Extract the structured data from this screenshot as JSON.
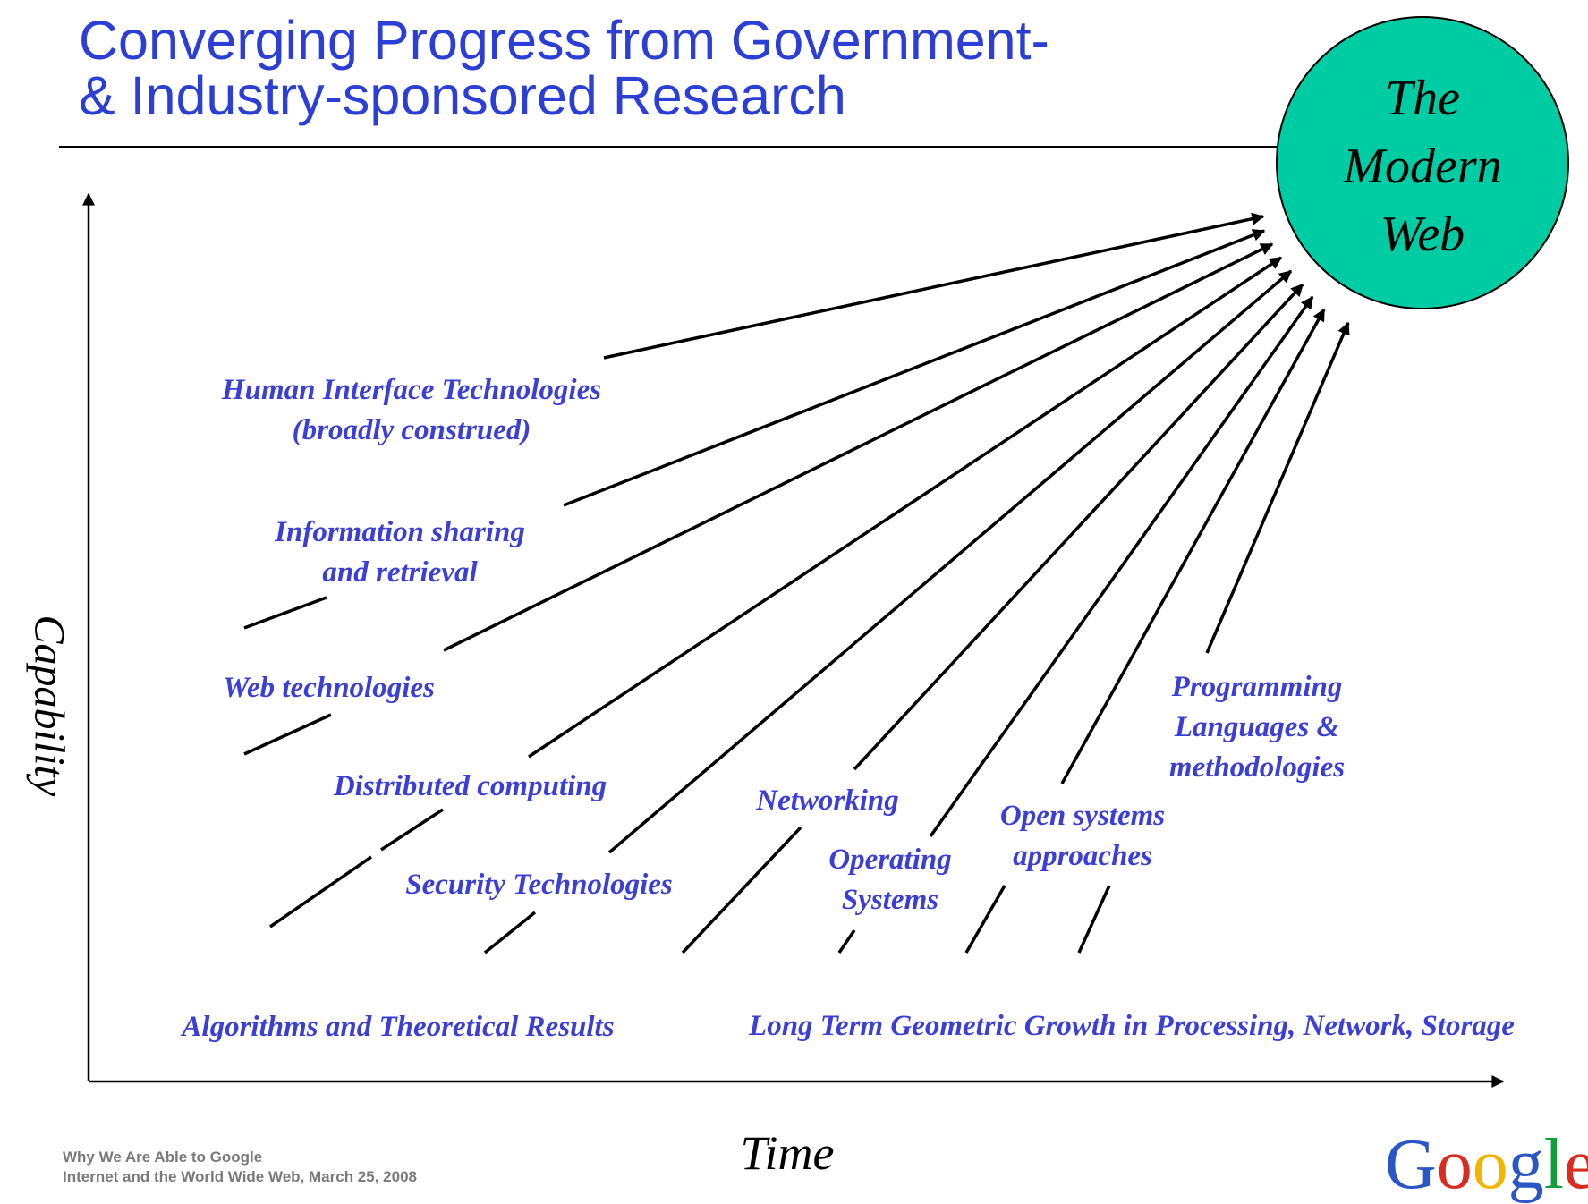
{
  "title": {
    "line1": "Converging Progress from Government-",
    "line2": "& Industry-sponsored Research"
  },
  "target": {
    "lines": [
      "The",
      "Modern",
      "Web"
    ],
    "fill_color": "#00cca3"
  },
  "axes": {
    "y_label": "Capability",
    "x_label": "Time"
  },
  "research_areas": [
    {
      "id": "human-interface",
      "lines": [
        "Human Interface Technologies",
        "(broadly construed)"
      ]
    },
    {
      "id": "information-sharing",
      "lines": [
        "Information sharing",
        "and retrieval"
      ]
    },
    {
      "id": "web-technologies",
      "lines": [
        "Web technologies"
      ]
    },
    {
      "id": "distributed-computing",
      "lines": [
        "Distributed computing"
      ]
    },
    {
      "id": "security-technologies",
      "lines": [
        "Security Technologies"
      ]
    },
    {
      "id": "networking",
      "lines": [
        "Networking"
      ]
    },
    {
      "id": "operating-systems",
      "lines": [
        "Operating",
        "Systems"
      ]
    },
    {
      "id": "open-systems",
      "lines": [
        "Open systems",
        "approaches"
      ]
    },
    {
      "id": "programming-languages",
      "lines": [
        "Programming",
        "Languages &",
        "methodologies"
      ]
    }
  ],
  "foundations": {
    "left": "Algorithms and Theoretical Results",
    "right": "Long Term Geometric Growth in Processing, Network, Storage"
  },
  "footer": {
    "line1": "Why We Are Able to Google",
    "line2": "Internet and the World Wide Web, March 25, 2008"
  },
  "logo": {
    "letters": [
      "G",
      "o",
      "o",
      "g",
      "l",
      "e"
    ]
  },
  "colors": {
    "title": "#2b3fd6",
    "labels": "#3b3fd6",
    "arrows": "#000000"
  }
}
